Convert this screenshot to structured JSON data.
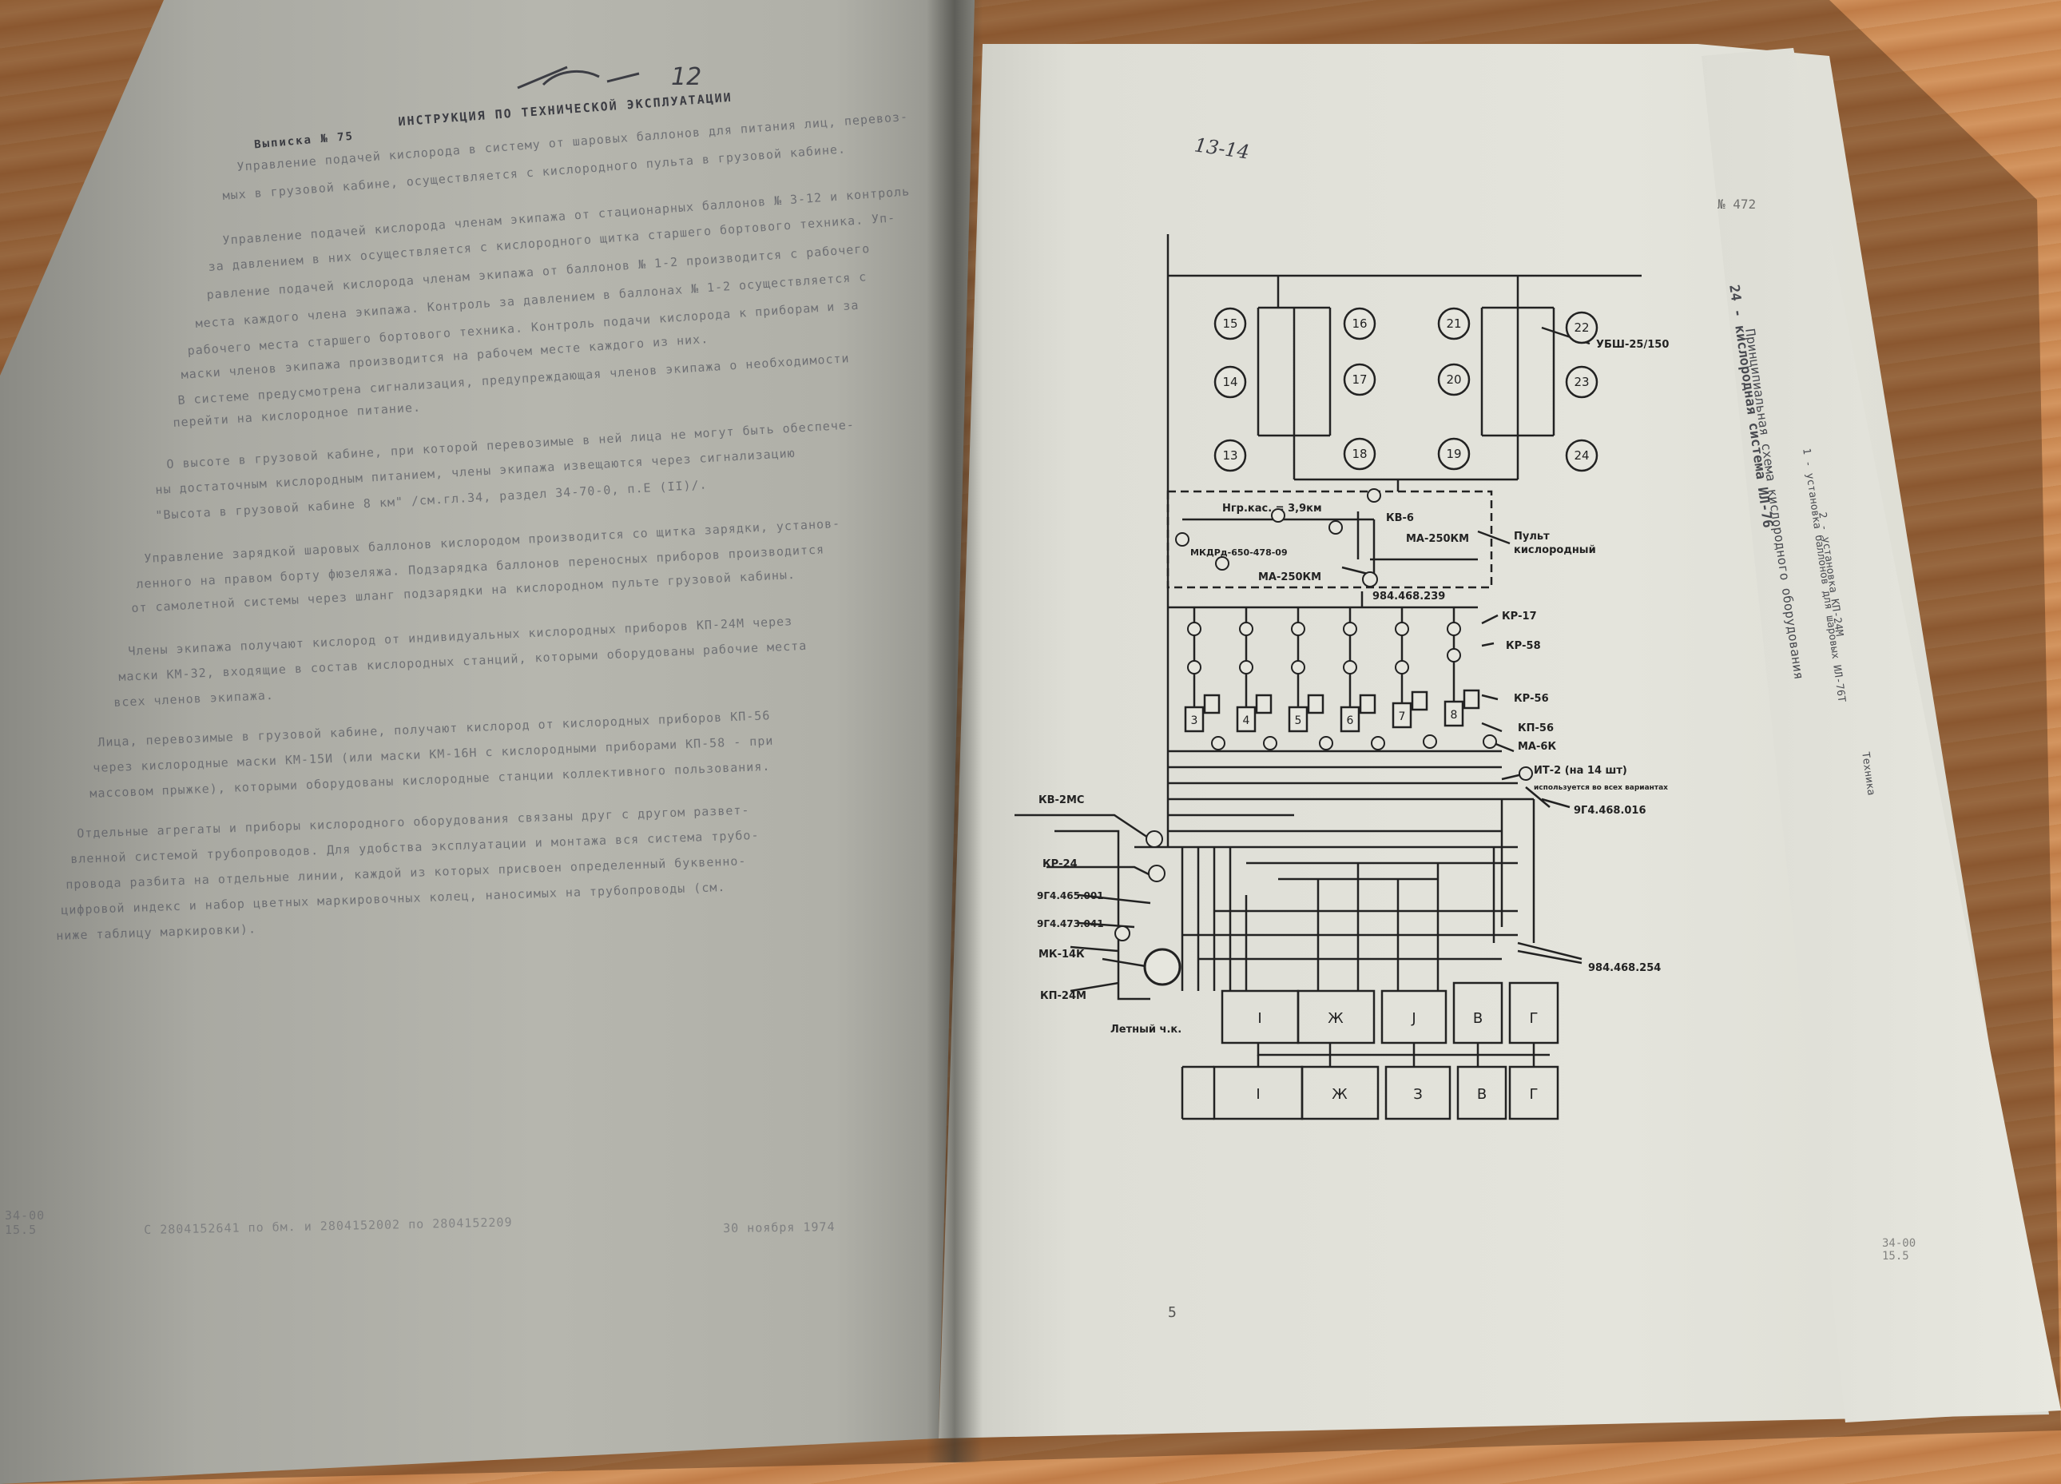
{
  "left_page": {
    "header_left": "Выписка № 75",
    "header_title": "ИНСТРУКЦИЯ ПО ТЕХНИЧЕСКОЙ ЭКСПЛУАТАЦИИ",
    "signature": "12",
    "paragraphs": [
      "Управление подачей кислорода в систему от шаровых баллонов для питания лиц, перевоз-",
      "мых в грузовой кабине, осуществляется с кислородного пульта в грузовой кабине.",
      "Управление подачей кислорода членам экипажа от стационарных баллонов № 3-12 и контроль",
      "за давлением в них осуществляется с кислородного щитка старшего бортового техника. Уп-",
      "равление подачей кислорода членам экипажа от баллонов № 1-2 производится с рабочего",
      "места каждого члена экипажа. Контроль за давлением в баллонах № 1-2 осуществляется с",
      "рабочего места старшего бортового техника. Контроль подачи кислорода к приборам и за",
      "маски членов экипажа производится на рабочем месте каждого из них.",
      "В системе предусмотрена сигнализация, предупреждающая членов экипажа о необходимости",
      "перейти на кислородное питание.",
      "О высоте в грузовой кабине, при которой перевозимые в ней лица не могут быть обеспече-",
      "ны достаточным кислородным питанием, члены экипажа извещаются через сигнализацию",
      "\"Высота в грузовой кабине 8 км\" /см.гл.34, раздел 34-70-0, п.Е (II)/.",
      "Управление зарядкой шаровых баллонов кислородом производится со щитка зарядки, установ-",
      "ленного на правом борту фюзеляжа. Подзарядка баллонов переносных приборов производится",
      "от самолетной системы через шланг подзарядки на кислородном пульте грузовой кабины.",
      "Члены экипажа получают кислород от индивидуальных кислородных приборов КП-24М через",
      "маски КМ-32, входящие в состав кислородных станций, которыми оборудованы рабочие места",
      "всех членов экипажа.",
      "Лица, перевозимые в грузовой кабине, получают кислород от кислородных приборов КП-56",
      "через кислородные маски КМ-15И (или маски КМ-16Н с кислородными приборами КП-58 - при",
      "массовом прыжке), которыми оборудованы кислородные станции коллективного пользования.",
      "Отдельные агрегаты и приборы кислородного оборудования связаны друг с другом развет-",
      "вленной системой трубопроводов. Для удобства эксплуатации и монтажа вся система трубо-",
      "провода разбита на отдельные линии, каждой из которых присвоен определенный буквенно-",
      "цифровой индекс и набор цветных маркировочных колец, наносимых на трубопроводы (см.",
      "ниже таблицу маркировки)."
    ],
    "footer_left": "С 2804152641 по бм. и 2804152002 по 2804152209",
    "footer_date": "30 ноября 1974",
    "footer_margin": "34-00 15.5"
  },
  "right_page": {
    "handwritten_page": "13-14",
    "sheet_number": "№ 472",
    "side_title": "24 - кислородная система ИЛ-76",
    "side_subtitle": "Принципиальная схема кислородного оборудования",
    "side_line3": "1 - установка баллонов для шаровых ИЛ-76Т",
    "side_line4": "2 - установка КП-24М",
    "side_line5": "Техника",
    "page_number": "5",
    "margin_note": "34-00 15.5",
    "labels": {
      "cylinder_type": "УБШ-25/150",
      "altitude": "Нгр.кас. = 3,9км",
      "kv6": "КВ-6",
      "ma250_a": "МА-250КМ",
      "ma250_b": "МА-250КМ",
      "mkd": "МКДРд-650-478-09",
      "panel_1": "Пульт",
      "panel_2": "кислородный",
      "valve_239": "984.468.239",
      "kr17": "КР-17",
      "kr58": "КР-58",
      "kr56": "КР-56",
      "kp56": "КП-56",
      "ma6k": "МА-6К",
      "it2": "ИТ-2 (на 14 шт)",
      "note_all": "используется во всех вариантах",
      "valve_016": "9Г4.468.016",
      "kv2mc": "КВ-2МС",
      "kr24": "КР-24",
      "valve_001": "9Г4.465.001",
      "valve_04": "9Г4.473.041",
      "mk14k": "МК-14К",
      "kp24m": "КП-24М",
      "crew": "Летный ч.к.",
      "valve_254": "984.468.254"
    },
    "cylinders_left": [
      "15",
      "16",
      "14",
      "17",
      "13",
      "18"
    ],
    "cylinders_right": [
      "21",
      "22",
      "20",
      "23",
      "19",
      "24"
    ],
    "stations": [
      "3",
      "4",
      "5",
      "6",
      "7",
      "8"
    ],
    "boxes_row1": [
      "I",
      "Ж",
      "J",
      "В",
      "Г"
    ],
    "boxes_row2": [
      "I",
      "Ж",
      "З",
      "В",
      "Г"
    ]
  }
}
